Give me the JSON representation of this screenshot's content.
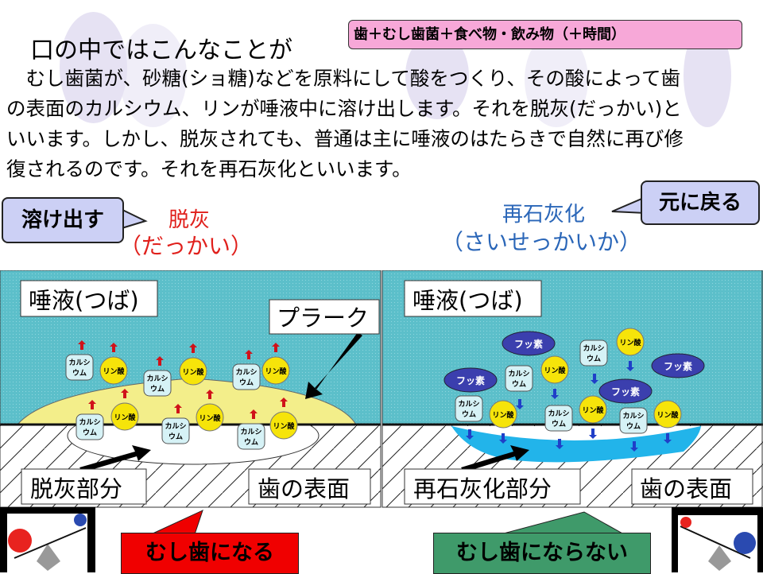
{
  "title": "口の中ではこんなことが",
  "formula": "歯＋むし歯菌＋食べ物・飲み物（＋時間）",
  "paragraph": [
    "　むし歯菌が、砂糖(ショ糖)などを原料にして酸をつくり、その酸によって歯",
    "の表面のカルシウム、リンが唾液中に溶け出します。それを脱灰(だっかい)と",
    "いいます。しかし、脱灰されても、普通は主に唾液のはたらきで自然に再び修",
    "復されるのです。それを再石灰化といいます。"
  ],
  "left": {
    "callout": "溶け出す",
    "term": "脱灰",
    "reading": "（だっかい）",
    "saliva_label": "唾液(つば)",
    "plaque_label": "プラーク",
    "part_label": "脱灰部分",
    "surface_label": "歯の表面",
    "result": "むし歯になる"
  },
  "right": {
    "callout": "元に戻る",
    "term": "再石灰化",
    "reading": "（さいせっかいか）",
    "saliva_label": "唾液(つば)",
    "part_label": "再石灰化部分",
    "surface_label": "歯の表面",
    "result": "むし歯にならない"
  },
  "particles": {
    "calcium_line1": "カルシ",
    "calcium_line2": "ウム",
    "phosphate": "リン酸",
    "fluoride": "フッ素"
  },
  "colors": {
    "saliva": "#5cbfca",
    "plaque": "#f3ee8a",
    "calcium": "#d6f2f6",
    "phosphate": "#f6e40a",
    "fluoride": "#3b3fae",
    "remineral": "#22b4ea",
    "red_arrow": "#d0121a",
    "blue_arrow": "#1f3fc8",
    "bad": "#f00000",
    "good": "#3f9a6a"
  }
}
